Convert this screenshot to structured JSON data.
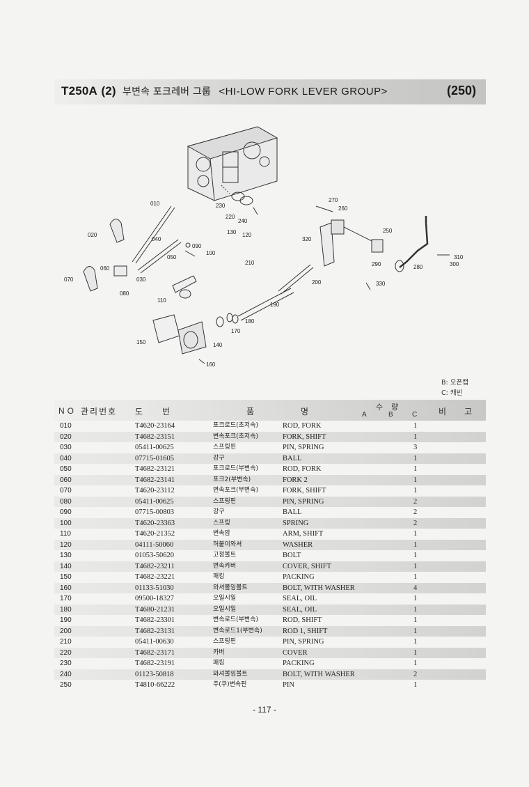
{
  "title": {
    "code": "T250A",
    "num": "(2)",
    "korean": "부변속 포크레버 그룹",
    "english": "<HI-LOW FORK LEVER GROUP>",
    "page_code": "(250)"
  },
  "diagram": {
    "callouts": [
      "010",
      "020",
      "030",
      "040",
      "050",
      "060",
      "070",
      "080",
      "090",
      "100",
      "110",
      "120",
      "130",
      "140",
      "150",
      "160",
      "170",
      "180",
      "190",
      "200",
      "210",
      "220",
      "230",
      "240",
      "250",
      "260",
      "270",
      "280",
      "290",
      "300",
      "310",
      "320",
      "330"
    ]
  },
  "legend": {
    "b": "B: 오픈캡",
    "c": "C: 캐빈"
  },
  "table": {
    "headers": {
      "no": "NO",
      "mgmt": "관리번호",
      "drawing": "도번",
      "name1": "품",
      "name2": "명",
      "qty": "수량",
      "a": "A",
      "b": "B",
      "c": "C",
      "remark": "비고"
    },
    "rows": [
      {
        "no": "010",
        "part": "T4620-23164",
        "kr": "포크로드(초저속)",
        "en": "ROD, FORK",
        "qty": "1"
      },
      {
        "no": "020",
        "part": "T4682-23151",
        "kr": "변속포크(초저속)",
        "en": "FORK, SHIFT",
        "qty": "1"
      },
      {
        "no": "030",
        "part": "05411-00625",
        "kr": "스프링핀",
        "en": "PIN, SPRING",
        "qty": "3"
      },
      {
        "no": "040",
        "part": "07715-01605",
        "kr": "강구",
        "en": "BALL",
        "qty": "1"
      },
      {
        "no": "050",
        "part": "T4682-23121",
        "kr": "포크로드(부변속)",
        "en": "ROD, FORK",
        "qty": "1"
      },
      {
        "no": "060",
        "part": "T4682-23141",
        "kr": "포크2(부변속)",
        "en": "FORK 2",
        "qty": "1"
      },
      {
        "no": "070",
        "part": "T4620-23112",
        "kr": "변속포크(부변속)",
        "en": "FORK, SHIFT",
        "qty": "1"
      },
      {
        "no": "080",
        "part": "05411-00625",
        "kr": "스프링핀",
        "en": "PIN, SPRING",
        "qty": "2"
      },
      {
        "no": "090",
        "part": "07715-00803",
        "kr": "강구",
        "en": "BALL",
        "qty": "2"
      },
      {
        "no": "100",
        "part": "T4620-23363",
        "kr": "스프링",
        "en": "SPRING",
        "qty": "2"
      },
      {
        "no": "110",
        "part": "T4620-21352",
        "kr": "변속암",
        "en": "ARM, SHIFT",
        "qty": "1"
      },
      {
        "no": "120",
        "part": "04111-50060",
        "kr": "허붙이와셔",
        "en": "WASHER",
        "qty": "1"
      },
      {
        "no": "130",
        "part": "01053-50620",
        "kr": "고정볼트",
        "en": "BOLT",
        "qty": "1"
      },
      {
        "no": "140",
        "part": "T4682-23211",
        "kr": "변속카버",
        "en": "COVER, SHIFT",
        "qty": "1"
      },
      {
        "no": "150",
        "part": "T4682-23221",
        "kr": "패킹",
        "en": "PACKING",
        "qty": "1"
      },
      {
        "no": "160",
        "part": "01133-51030",
        "kr": "와셔볼임볼트",
        "en": "BOLT, WITH WASHER",
        "qty": "4"
      },
      {
        "no": "170",
        "part": "09500-18327",
        "kr": "오일시일",
        "en": "SEAL, OIL",
        "qty": "1"
      },
      {
        "no": "180",
        "part": "T4680-21231",
        "kr": "오일시일",
        "en": "SEAL, OIL",
        "qty": "1"
      },
      {
        "no": "190",
        "part": "T4682-23301",
        "kr": "변속로드(부변속)",
        "en": "ROD, SHIFT",
        "qty": "1"
      },
      {
        "no": "200",
        "part": "T4682-23131",
        "kr": "변속로드1(부변속)",
        "en": "ROD 1, SHIFT",
        "qty": "1"
      },
      {
        "no": "210",
        "part": "05411-00630",
        "kr": "스프링핀",
        "en": "PIN, SPRING",
        "qty": "1"
      },
      {
        "no": "220",
        "part": "T4682-23171",
        "kr": "카버",
        "en": "COVER",
        "qty": "1"
      },
      {
        "no": "230",
        "part": "T4682-23191",
        "kr": "패킹",
        "en": "PACKING",
        "qty": "1"
      },
      {
        "no": "240",
        "part": "01123-50818",
        "kr": "와셔볼임볼트",
        "en": "BOLT, WITH WASHER",
        "qty": "2"
      },
      {
        "no": "250",
        "part": "T4810-66222",
        "kr": "주(쿠)변속핀",
        "en": "PIN",
        "qty": "1"
      }
    ]
  },
  "footer": {
    "page_number": "- 117 -"
  }
}
